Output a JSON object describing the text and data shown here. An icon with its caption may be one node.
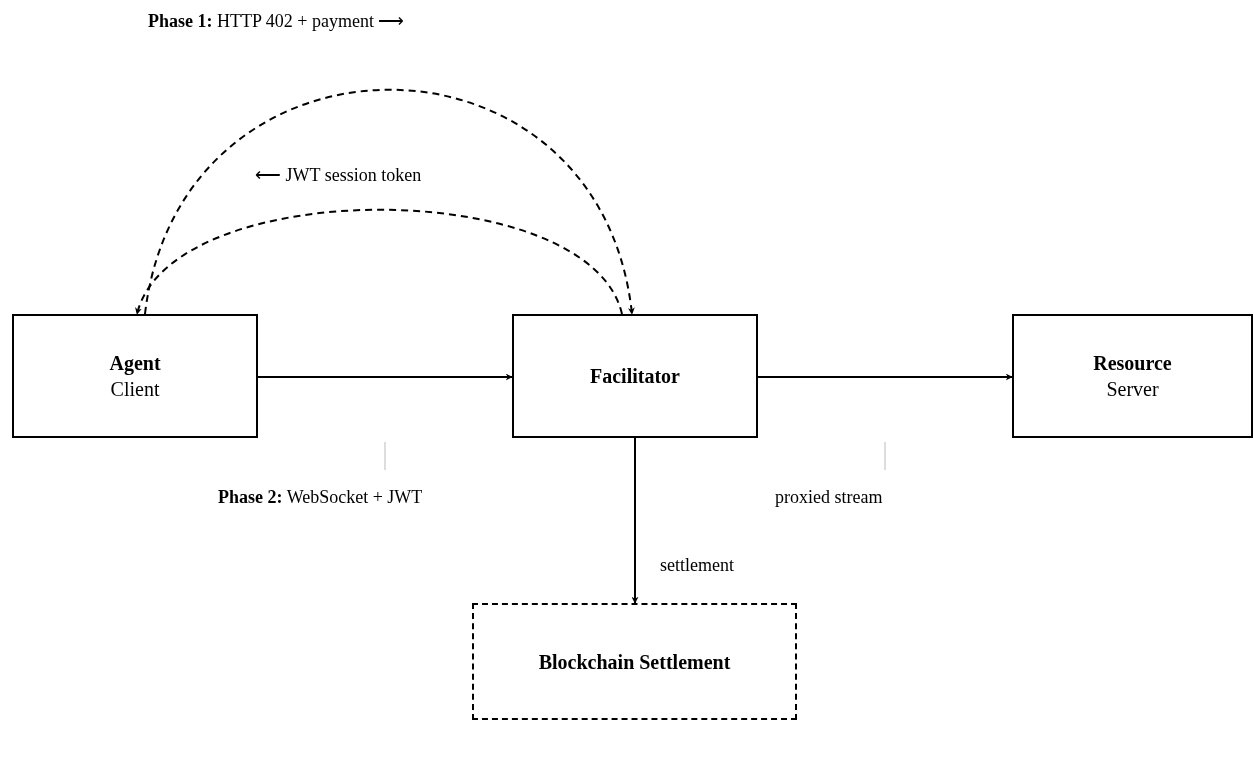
{
  "diagram": {
    "nodes": [
      {
        "text": [
          "Agent",
          "Client"
        ]
      },
      {
        "text": [
          "Facilitator"
        ]
      },
      {
        "text": [
          "Resource",
          "Server"
        ]
      },
      {
        "text": [
          "Blockchain Settlement"
        ]
      }
    ],
    "edges": [
      {
        "from": 0,
        "to": 1,
        "arrow": "to"
      },
      {
        "from": 1,
        "to": 2,
        "arrow": "to"
      },
      {
        "from": 1,
        "to": 3,
        "arrow": "to",
        "label": "settlement"
      },
      {
        "from": 0,
        "to": 1,
        "arrow": "to",
        "style": "dashed"
      },
      {
        "from": 1,
        "to": 0,
        "arrow": "to",
        "style": "dashed"
      }
    ],
    "labels": [
      "**Phase 1:** HTTP 402 + payment ⟶",
      "⟵ JWT session token",
      "**Phase 2:** WebSocket + JWT",
      "proxied stream"
    ]
  }
}
